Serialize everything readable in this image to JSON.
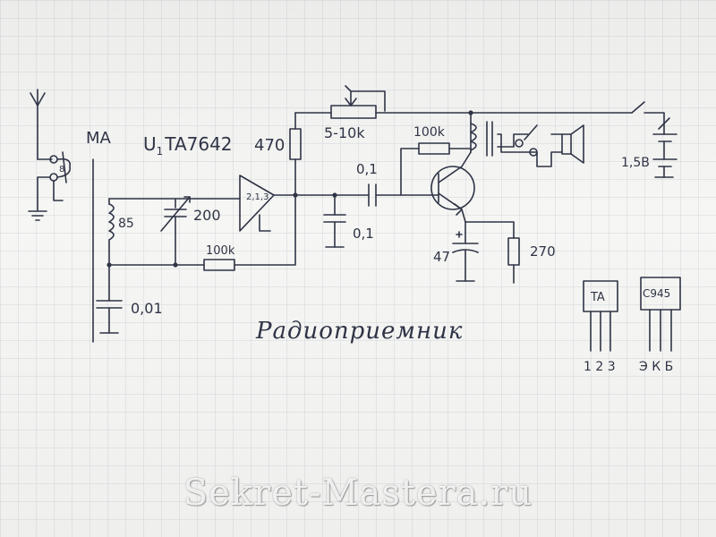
{
  "diagram": {
    "title": "Радиоприемник",
    "labels": {
      "ma": "MA",
      "ic_prefix": "U",
      "ic_sub": "1",
      "ic_name": "TA7642",
      "r_top": "470",
      "pot": "5-10k",
      "r_collector": "100k",
      "r_feedback": "100k",
      "cap_couple": "0,1",
      "cap_ground": "0,1",
      "coil": "85",
      "cap_var": "200",
      "cap_bottom": "0,01",
      "cap_emitter": "47",
      "r_emitter": "270",
      "battery": "1,5В",
      "ic_pins_inside": "2,1,3",
      "coil_turns": "8",
      "pkg_ta": "TA",
      "pkg_ta_pins": "1 2 3",
      "pkg_c945": "C945",
      "pkg_c945_pins": "Э К Б"
    }
  },
  "watermark": "Sekret-Mastera.ru"
}
